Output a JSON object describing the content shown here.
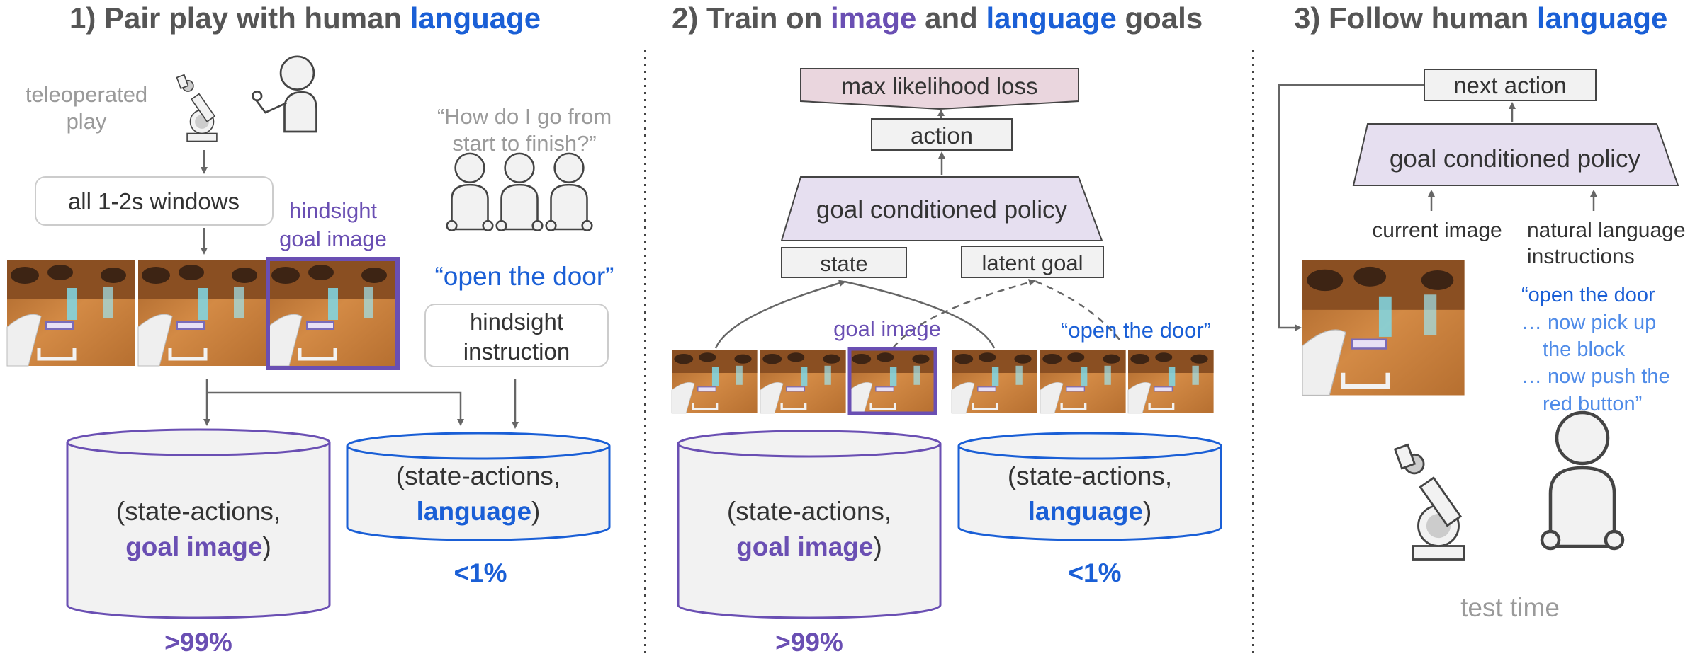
{
  "colors": {
    "language_blue": "#1a5fd6",
    "image_purple": "#6a4fb3",
    "instruction_lightblue": "#4f8be8",
    "policy_fill": "#e6dff0",
    "loss_fill": "#ead6de",
    "cylinder_fill": "#f2f2f2"
  },
  "panel1": {
    "title_prefix": "1) Pair play with human ",
    "title_highlight": "language",
    "teleop_line1": "teleoperated",
    "teleop_line2": "play",
    "question_line1": "“How do I go from",
    "question_line2": "start to finish?”",
    "windows_label": "all 1-2s windows",
    "hindsight_goal_line1": "hindsight",
    "hindsight_goal_line2": "goal image",
    "open_door_quote": "“open the door”",
    "hindsight_instr_line1": "hindsight",
    "hindsight_instr_line2": "instruction",
    "db_image_line1": "(state-actions,",
    "db_image_line2": "goal image",
    "db_image_close": ")",
    "db_lang_line1": "(state-actions,",
    "db_lang_line2": "language",
    "db_lang_close": ")",
    "pct_image": ">99%",
    "pct_lang": "<1%"
  },
  "panel2": {
    "title_prefix": "2) Train on ",
    "title_image": "image",
    "title_mid": " and ",
    "title_lang": "language",
    "title_suffix": " goals",
    "loss_label": "max likelihood  loss",
    "action_label": "action",
    "policy_label": "goal conditioned policy",
    "state_label": "state",
    "latent_label": "latent goal",
    "goal_image_label": "goal image",
    "open_door_label": "“open the door”",
    "db_image_line1": "(state-actions,",
    "db_image_line2": "goal image",
    "db_image_close": ")",
    "db_lang_line1": "(state-actions,",
    "db_lang_line2": "language",
    "db_lang_close": ")",
    "pct_image": ">99%",
    "pct_lang": "<1%"
  },
  "panel3": {
    "title_prefix": "3) Follow human ",
    "title_highlight": "language",
    "next_action_label": "next action",
    "policy_label": "goal conditioned policy",
    "current_image_label": "current image",
    "nl_line1": "natural language",
    "nl_line2": "instructions",
    "instr_line1": "“open the door",
    "instr_line2": "… now pick up",
    "instr_line3": "the block",
    "instr_line4": "… now push the",
    "instr_line5": "red button”",
    "test_time_label": "test time"
  }
}
